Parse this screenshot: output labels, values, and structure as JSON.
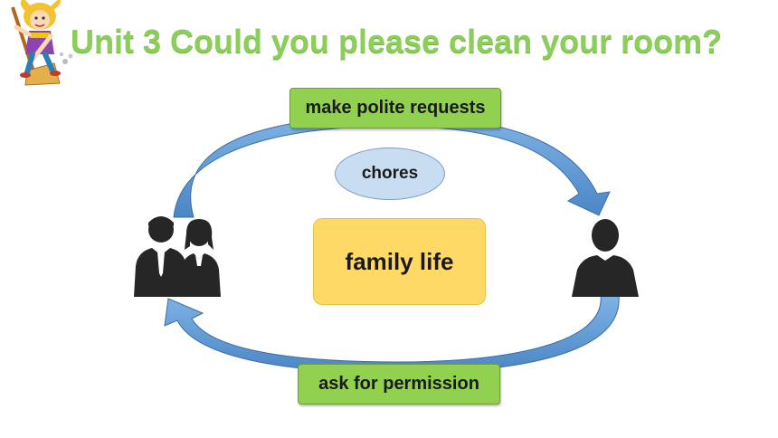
{
  "title": "Unit 3 Could you please clean your room?",
  "diagram": {
    "top_label": "make polite requests",
    "bottom_label": "ask for permission",
    "topic": "chores",
    "center": "family life"
  },
  "icons": {
    "mascot": "girl-with-broom-icon",
    "left": "parents-icon",
    "right": "child-icon"
  },
  "colors": {
    "title": "#8bcf5a",
    "label_box": "#92d050",
    "topic_ellipse": "#c9ddf2",
    "center_box": "#ffd966",
    "arrows": "#5b9bd5",
    "silhouettes": "#262626"
  }
}
